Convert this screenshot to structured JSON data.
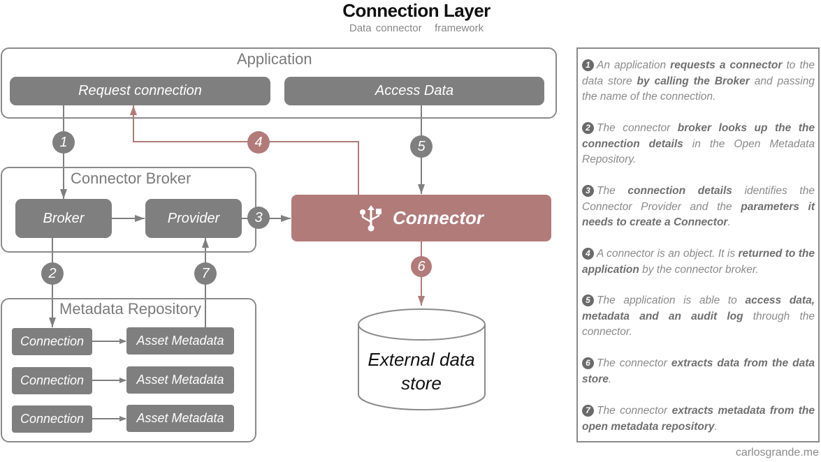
{
  "header": {
    "title": "Connection Layer",
    "subtitle": "Data connector   framework"
  },
  "colors": {
    "gray_box": "#7f7f7f",
    "connector_accent": "#b17b7a",
    "border": "#8a8a8a",
    "text": "#7a7a7a"
  },
  "diagram": {
    "application": {
      "title": "Application",
      "request_connection": "Request connection",
      "access_data": "Access Data"
    },
    "connector_broker": {
      "title": "Connector Broker",
      "broker": "Broker",
      "provider": "Provider"
    },
    "metadata_repository": {
      "title": "Metadata Repository",
      "rows": [
        {
          "connection": "Connection",
          "asset": "Asset Metadata"
        },
        {
          "connection": "Connection",
          "asset": "Asset Metadata"
        },
        {
          "connection": "Connection",
          "asset": "Asset Metadata"
        }
      ]
    },
    "connector": {
      "label": "Connector",
      "icon": "usb-icon"
    },
    "external_store": {
      "line1": "External data",
      "line2": "store"
    },
    "badges": [
      "1",
      "2",
      "3",
      "4",
      "5",
      "6",
      "7"
    ]
  },
  "legend": {
    "steps": [
      {
        "num": "1",
        "parts": [
          {
            "t": "An application "
          },
          {
            "b": "requests a connector"
          },
          {
            "t": " to the data store "
          },
          {
            "b": "by calling the Broker"
          },
          {
            "t": " and passing the name of the connection."
          }
        ]
      },
      {
        "num": "2",
        "parts": [
          {
            "t": "The connector "
          },
          {
            "b": "broker looks up the the connection details"
          },
          {
            "t": " in the Open Metadata Repository."
          }
        ]
      },
      {
        "num": "3",
        "parts": [
          {
            "t": "The "
          },
          {
            "b": "connection details"
          },
          {
            "t": " identifies the Connector Provider and the "
          },
          {
            "b": "parameters it needs to create a Connector"
          },
          {
            "t": "."
          }
        ]
      },
      {
        "num": "4",
        "parts": [
          {
            "t": "A connector is an object. It is "
          },
          {
            "b": "returned to the application"
          },
          {
            "t": " by the connector broker."
          }
        ]
      },
      {
        "num": "5",
        "parts": [
          {
            "t": "The application is able to "
          },
          {
            "b": "access data, metadata and an audit log"
          },
          {
            "t": " through the connector."
          }
        ]
      },
      {
        "num": "6",
        "parts": [
          {
            "t": "The connector "
          },
          {
            "b": "extracts data from the data store"
          },
          {
            "t": "."
          }
        ]
      },
      {
        "num": "7",
        "parts": [
          {
            "t": "The connector "
          },
          {
            "b": "extracts metadata from the open metadata repository"
          },
          {
            "t": "."
          }
        ]
      }
    ]
  },
  "credit": "carlosgrande.me"
}
